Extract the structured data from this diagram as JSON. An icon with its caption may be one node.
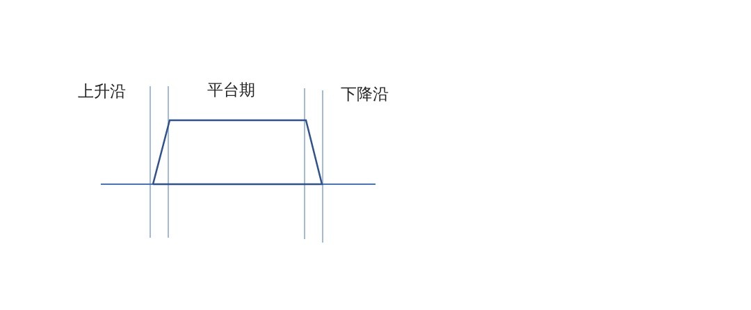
{
  "diagram": {
    "labels": [
      "上升沿",
      "平台期",
      "下降沿"
    ]
  }
}
